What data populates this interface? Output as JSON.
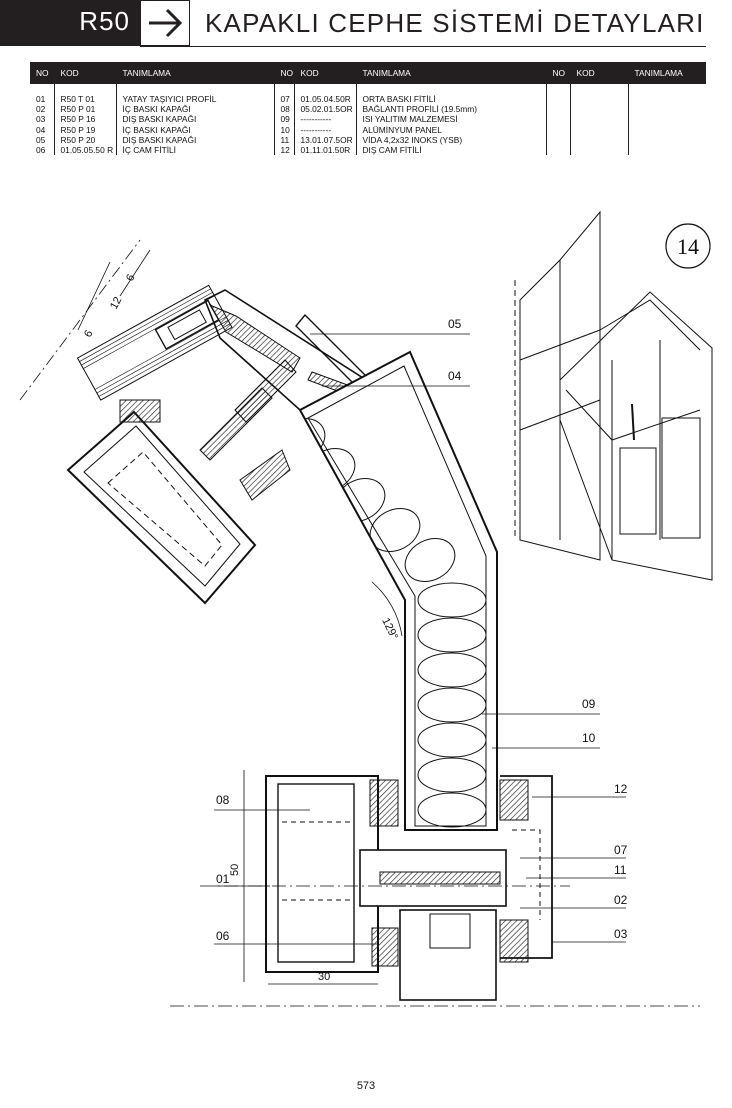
{
  "header": {
    "badge": "R50",
    "title": "KAPAKLI CEPHE SİSTEMİ DETAYLARI"
  },
  "table": {
    "headers": [
      "NO",
      "KOD",
      "TANIMLAMA",
      "NO",
      "KOD",
      "TANIMLAMA",
      "NO",
      "KOD",
      "TANIMLAMA"
    ],
    "rows": [
      [
        "01",
        "R50 T 01",
        "YATAY TAŞIYICI PROFİL",
        "07",
        "01.05.04.50R",
        "ORTA BASKI FİTİLİ"
      ],
      [
        "02",
        "R50 P 01",
        "İÇ BASKI KAPAĞI",
        "08",
        "05.02.01.5OR",
        "BAĞLANTI PROFİLİ (19.5mm)"
      ],
      [
        "03",
        "R50 P 16",
        "DIŞ BASKI KAPAĞI",
        "09",
        "-----------",
        "ISI YALITIM MALZEMESİ"
      ],
      [
        "04",
        "R50 P 19",
        "İÇ BASKI KAPAĞI",
        "10",
        "-----------",
        "ALÜMİNYUM PANEL"
      ],
      [
        "05",
        "R50 P 20",
        "DIŞ BASKI KAPAĞI",
        "11",
        "13.01.07.5OR",
        "VİDA 4,2x32 INOKS (YSB)"
      ],
      [
        "06",
        "01.05.05.50 R",
        "İÇ CAM FİTİLİ",
        "12",
        "01.11.01.50R",
        "DIŞ CAM FİTİLİ"
      ]
    ]
  },
  "drawing": {
    "detail_number": "14",
    "angle": "129°",
    "dims": {
      "d6a": "6",
      "d12": "12",
      "d6b": "6",
      "d50": "50",
      "d30": "30"
    },
    "callouts": {
      "c05": "05",
      "c04": "04",
      "c09": "09",
      "c10": "10",
      "c12": "12",
      "c07": "07",
      "c11": "11",
      "c02": "02",
      "c03": "03",
      "c08": "08",
      "c01": "01",
      "c06": "06"
    }
  },
  "page_number": "573"
}
